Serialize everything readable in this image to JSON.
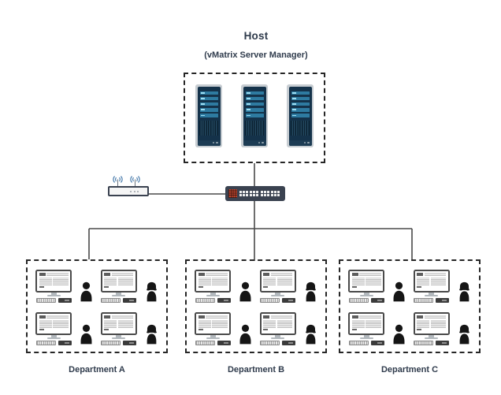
{
  "host": {
    "title": "Host",
    "subtitle": "(vMatrix Server Manager)",
    "server_count": 3
  },
  "icons": {
    "server": "server-tower-icon",
    "router": "wireless-router-icon",
    "wifi": "wifi-signal-icon",
    "switch": "network-switch-icon",
    "computer": "desktop-computer-icon",
    "keyboard": "keyboard-icon",
    "thin_client": "thin-client-icon",
    "user_male": "user-male-icon",
    "user_female": "user-female-icon"
  },
  "departments": [
    {
      "label": "Department A",
      "workstation_count": 4
    },
    {
      "label": "Department B",
      "workstation_count": 4
    },
    {
      "label": "Department C",
      "workstation_count": 4
    }
  ],
  "colors": {
    "text": "#2f3b4c",
    "wire": "#4a4a4a",
    "dashed_border": "#262626",
    "server_body": "#14324a",
    "server_bay": "#2e7ba1",
    "switch_body": "#3a4250",
    "switch_led": "#c0452f",
    "wifi_blue": "#4d7fae",
    "silhouette": "#151515"
  }
}
